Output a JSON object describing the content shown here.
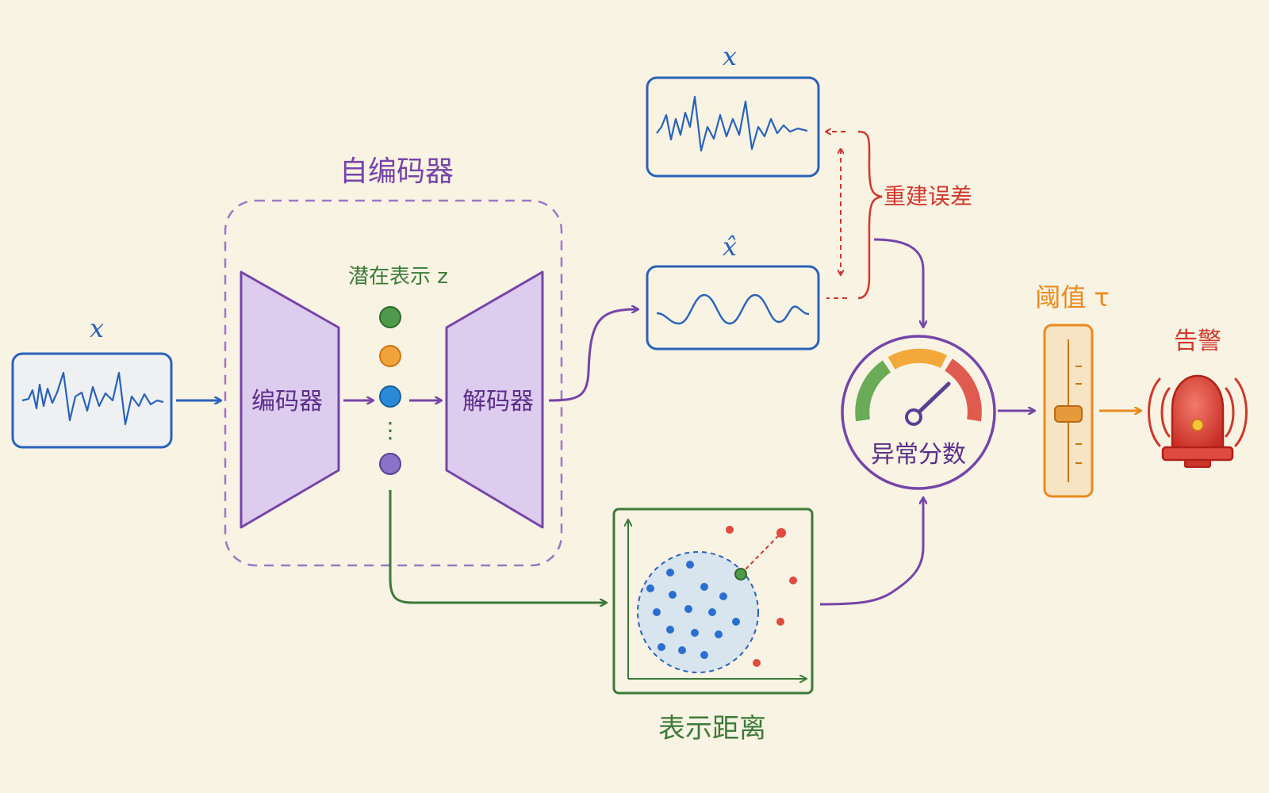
{
  "colors": {
    "background": "#f8f3e3",
    "blue": "#2a62b8",
    "purple": "#7645a8",
    "green": "#3d7a3a",
    "red": "#d0382c",
    "orange": "#ea8a1e",
    "panel_fill": "#eef0f2",
    "trapezoid_fill": "#ddccee"
  },
  "input": {
    "symbol": "x"
  },
  "autoencoder": {
    "title": "自编码器",
    "encoder_label": "编码器",
    "decoder_label": "解码器",
    "latent_label": "潜在表示 z",
    "latent_dots": [
      "green",
      "orange",
      "blue",
      "purple"
    ],
    "ellipsis": "⋮"
  },
  "reconstruction": {
    "original_symbol": "x",
    "reconstructed_symbol": "x̂",
    "error_label": "重建误差"
  },
  "representation": {
    "label": "表示距离",
    "normal_cluster": "blue-dots",
    "outliers": "red-dots"
  },
  "score": {
    "label": "异常分数",
    "gauge_segments": [
      "green",
      "orange",
      "red"
    ]
  },
  "threshold": {
    "label": "阈值 τ"
  },
  "alert": {
    "label": "告警",
    "icon": "siren-icon"
  }
}
